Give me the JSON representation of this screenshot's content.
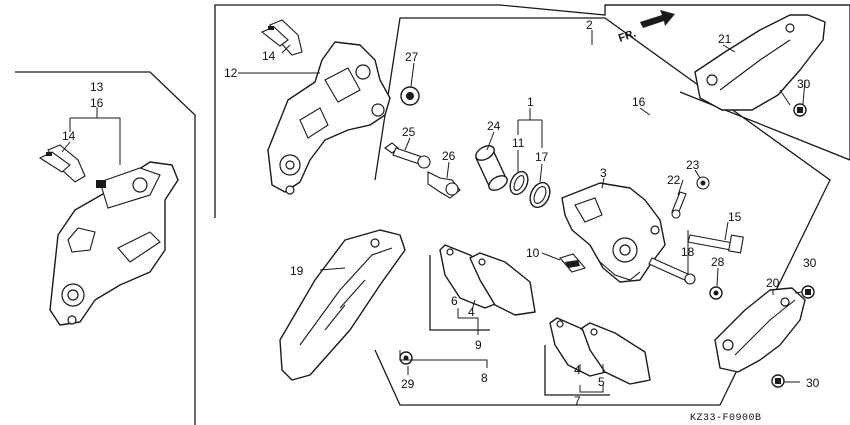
{
  "diagram": {
    "labels": {
      "l1": "1",
      "l2": "2",
      "l3": "3",
      "l4a": "4",
      "l4b": "4",
      "l5": "5",
      "l6": "6",
      "l7": "7",
      "l8": "8",
      "l9": "9",
      "l10": "10",
      "l11": "11",
      "l12": "12",
      "l13": "13",
      "l14a": "14",
      "l14b": "14",
      "l15": "15",
      "l16a": "16",
      "l16b": "16",
      "l17": "17",
      "l18": "18",
      "l19": "19",
      "l20": "20",
      "l21": "21",
      "l22": "22",
      "l23": "23",
      "l24": "24",
      "l25": "25",
      "l26": "26",
      "l27": "27",
      "l28": "28",
      "l29": "29",
      "l30a": "30",
      "l30b": "30",
      "l30c": "30"
    },
    "direction_label": "FR.",
    "diagram_code": "KZ33-F0900B",
    "colors": {
      "ink": "#1a1a1a",
      "background": "#ffffff"
    }
  }
}
